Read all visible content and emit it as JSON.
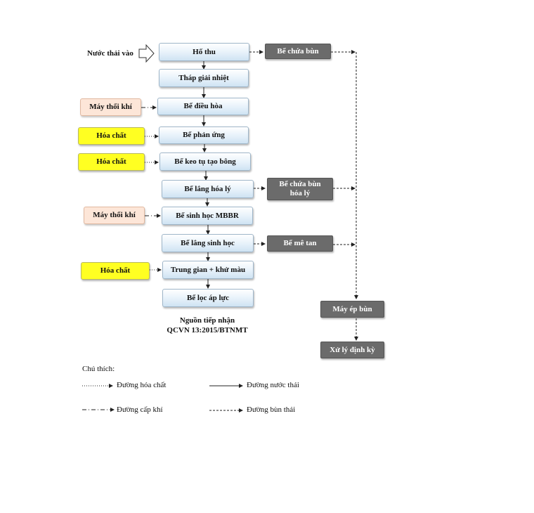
{
  "diagram": {
    "input_label": "Nước thải vào",
    "main_steps": [
      "Hố thu",
      "Tháp giải nhiệt",
      "Bể điều hòa",
      "Bể phản ứng",
      "Bể keo tụ tạo bông",
      "Bể lắng hóa lý",
      "Bể sinh học MBBR",
      "Bể lắng sinh học",
      "Trung gian + khử màu",
      "Bể lọc áp lực"
    ],
    "blower_label": "Máy thổi khí",
    "chemical_label": "Hóa chất",
    "sludge_tank": "Bể chứa bùn",
    "chem_sludge_tank": "Bể chứa bùn hóa lý",
    "methane_tank": "Bể mê tan",
    "sludge_press": "Máy ép bùn",
    "periodic_treatment": "Xử lý định kỳ",
    "output_line1": "Nguồn tiếp nhận",
    "output_line2": "QCVN 13:2015/BTNMT"
  },
  "legend": {
    "title": "Chú thích:",
    "chemical_line": "Đường hóa chất",
    "wastewater_line": "Đường nước thải",
    "air_line": "Đường cấp khí",
    "sludge_line": "Đường bùn thải"
  }
}
